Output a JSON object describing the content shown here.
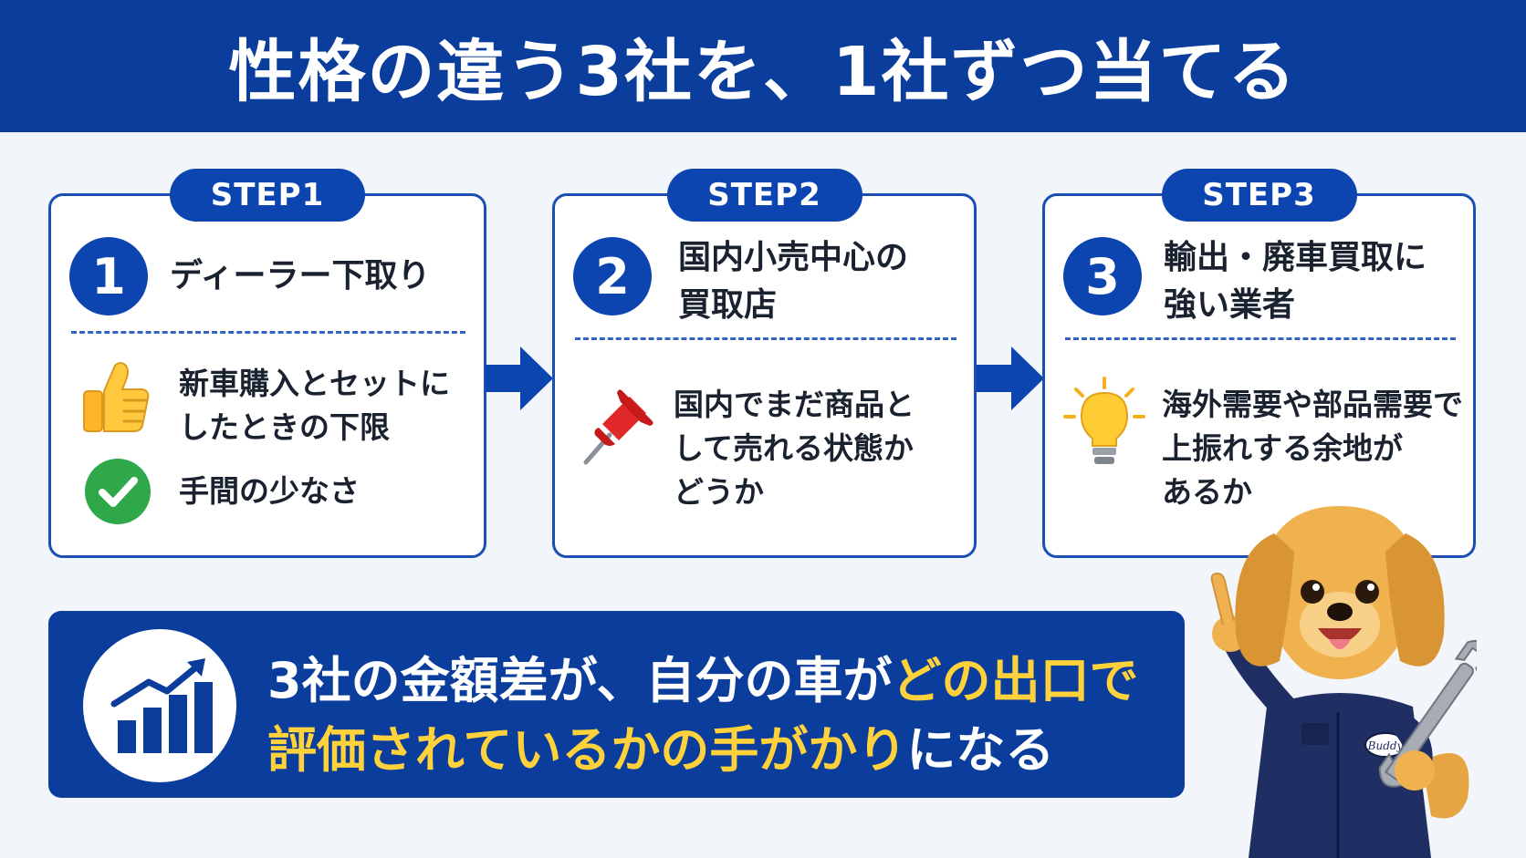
{
  "title": "性格の違う3社を、1社ずつ当てる",
  "steps": [
    {
      "tag": "STEP1",
      "number": "1",
      "title": "ディーラー下取り",
      "items": [
        {
          "icon": "thumbs-up-icon",
          "text": "新車購入とセットに\nしたときの下限"
        },
        {
          "icon": "check-circle-icon",
          "text": "手間の少なさ"
        }
      ]
    },
    {
      "tag": "STEP2",
      "number": "2",
      "title": "国内小売中心の\n買取店",
      "items": [
        {
          "icon": "pushpin-icon",
          "text": "国内でまだ商品と\nして売れる状態か\nどうか"
        }
      ]
    },
    {
      "tag": "STEP3",
      "number": "3",
      "title": "輸出・廃車買取に\n強い業者",
      "items": [
        {
          "icon": "lightbulb-icon",
          "text": "海外需要や部品需要で\n上振れする余地が\nあるか"
        }
      ]
    }
  ],
  "summary": {
    "line1_plain": "3社の金額差が、自分の車が",
    "line1_highlight": "どの出口で",
    "line2_highlight": "評価されているかの手がかり",
    "line2_plain": "になる"
  },
  "mascot": {
    "badge": "Buddy"
  },
  "colors": {
    "primary": "#0a3d9c",
    "accent": "#1b4fb4",
    "highlight": "#ffd23c",
    "background": "#f2f6fb"
  }
}
